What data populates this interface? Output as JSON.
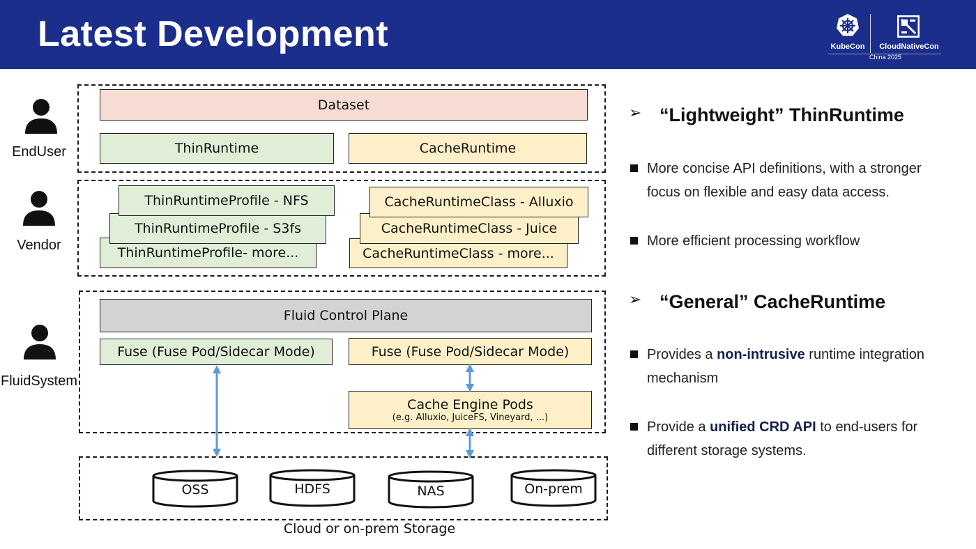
{
  "header": {
    "title": "Latest Development",
    "logo_left": "KubeCon",
    "logo_right": "CloudNativeCon",
    "logo_sub": "China 2025"
  },
  "roles": {
    "enduser": "EndUser",
    "vendor": "Vendor",
    "fluid_system": "FluidSystem"
  },
  "diagram": {
    "dataset": "Dataset",
    "thin_runtime": "ThinRuntime",
    "cache_runtime": "CacheRuntime",
    "thin_profiles": [
      "ThinRuntimeProfile - NFS",
      "ThinRuntimeProfile - S3fs",
      "ThinRuntimeProfile- more..."
    ],
    "cache_classes": [
      "CacheRuntimeClass - Alluxio",
      "CacheRuntimeClass - Juice",
      "CacheRuntimeClass - more..."
    ],
    "control_plane": "Fluid Control Plane",
    "fuse_left": "Fuse (Fuse Pod/Sidecar Mode)",
    "fuse_right": "Fuse (Fuse Pod/Sidecar Mode)",
    "cache_engine_title": "Cache Engine Pods",
    "cache_engine_sub": "(e.g. Alluxio, JuiceFS, Vineyard, ...)",
    "storage": [
      "OSS",
      "HDFS",
      "NAS",
      "On-prem"
    ],
    "storage_caption": "Cloud or on-prem Storage"
  },
  "right_panel": {
    "section1": {
      "heading": "“Lightweight” ThinRuntime",
      "bullets": [
        {
          "text": "More concise API definitions, with a stronger focus on flexible and easy data access."
        },
        {
          "text": "More efficient processing workflow"
        }
      ]
    },
    "section2": {
      "heading": "“General” CacheRuntime",
      "bullets": [
        {
          "before": "Provides a ",
          "bold": "non-intrusive",
          "after": " runtime integration mechanism"
        },
        {
          "before": "Provide a ",
          "bold": "unified CRD API",
          "after": " to end-users for different storage systems."
        }
      ]
    }
  },
  "colors": {
    "header_bg": "#1c2e8c",
    "pink": "#f7dcd3",
    "green": "#e0eed8",
    "yellow": "#fdf0c8",
    "gray": "#d3d3d3",
    "arrow": "#5b9bd5"
  },
  "icons": [
    "person-icon",
    "bullet-arrow-icon",
    "bullet-square-icon",
    "kubecon-logo-icon",
    "cncf-logo-icon",
    "double-arrow-icon",
    "cylinder-icon"
  ]
}
